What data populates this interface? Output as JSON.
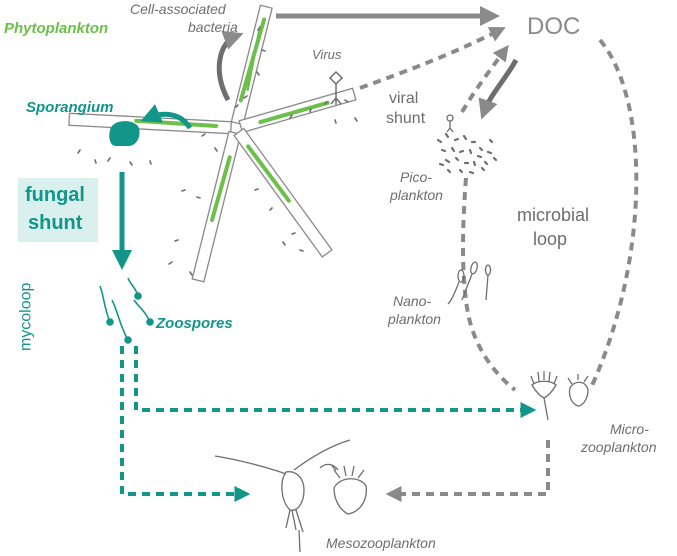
{
  "colors": {
    "gray": "#8a8a8a",
    "dark_gray": "#6e6e6e",
    "teal": "#12968a",
    "green": "#6cc04a",
    "shunt_box": "#d9f0ee",
    "white": "#ffffff"
  },
  "labels": {
    "phytoplankton": "Phytoplankton",
    "cell_associated_1": "Cell-associated",
    "cell_associated_2": "bacteria",
    "virus": "Virus",
    "doc": "DOC",
    "viral_1": "viral",
    "viral_2": "shunt",
    "sporangium": "Sporangium",
    "fungal_1": "fungal",
    "fungal_2": "shunt",
    "pico_1": "Pico-",
    "pico_2": "plankton",
    "microbial_1": "microbial",
    "microbial_2": "loop",
    "nano_1": "Nano-",
    "nano_2": "plankton",
    "mycoloop": "mycoloop",
    "zoospores": "Zoospores",
    "microzoo_1": "Micro-",
    "microzoo_2": "zooplankton",
    "mesozoo": "Mesozooplankton"
  }
}
